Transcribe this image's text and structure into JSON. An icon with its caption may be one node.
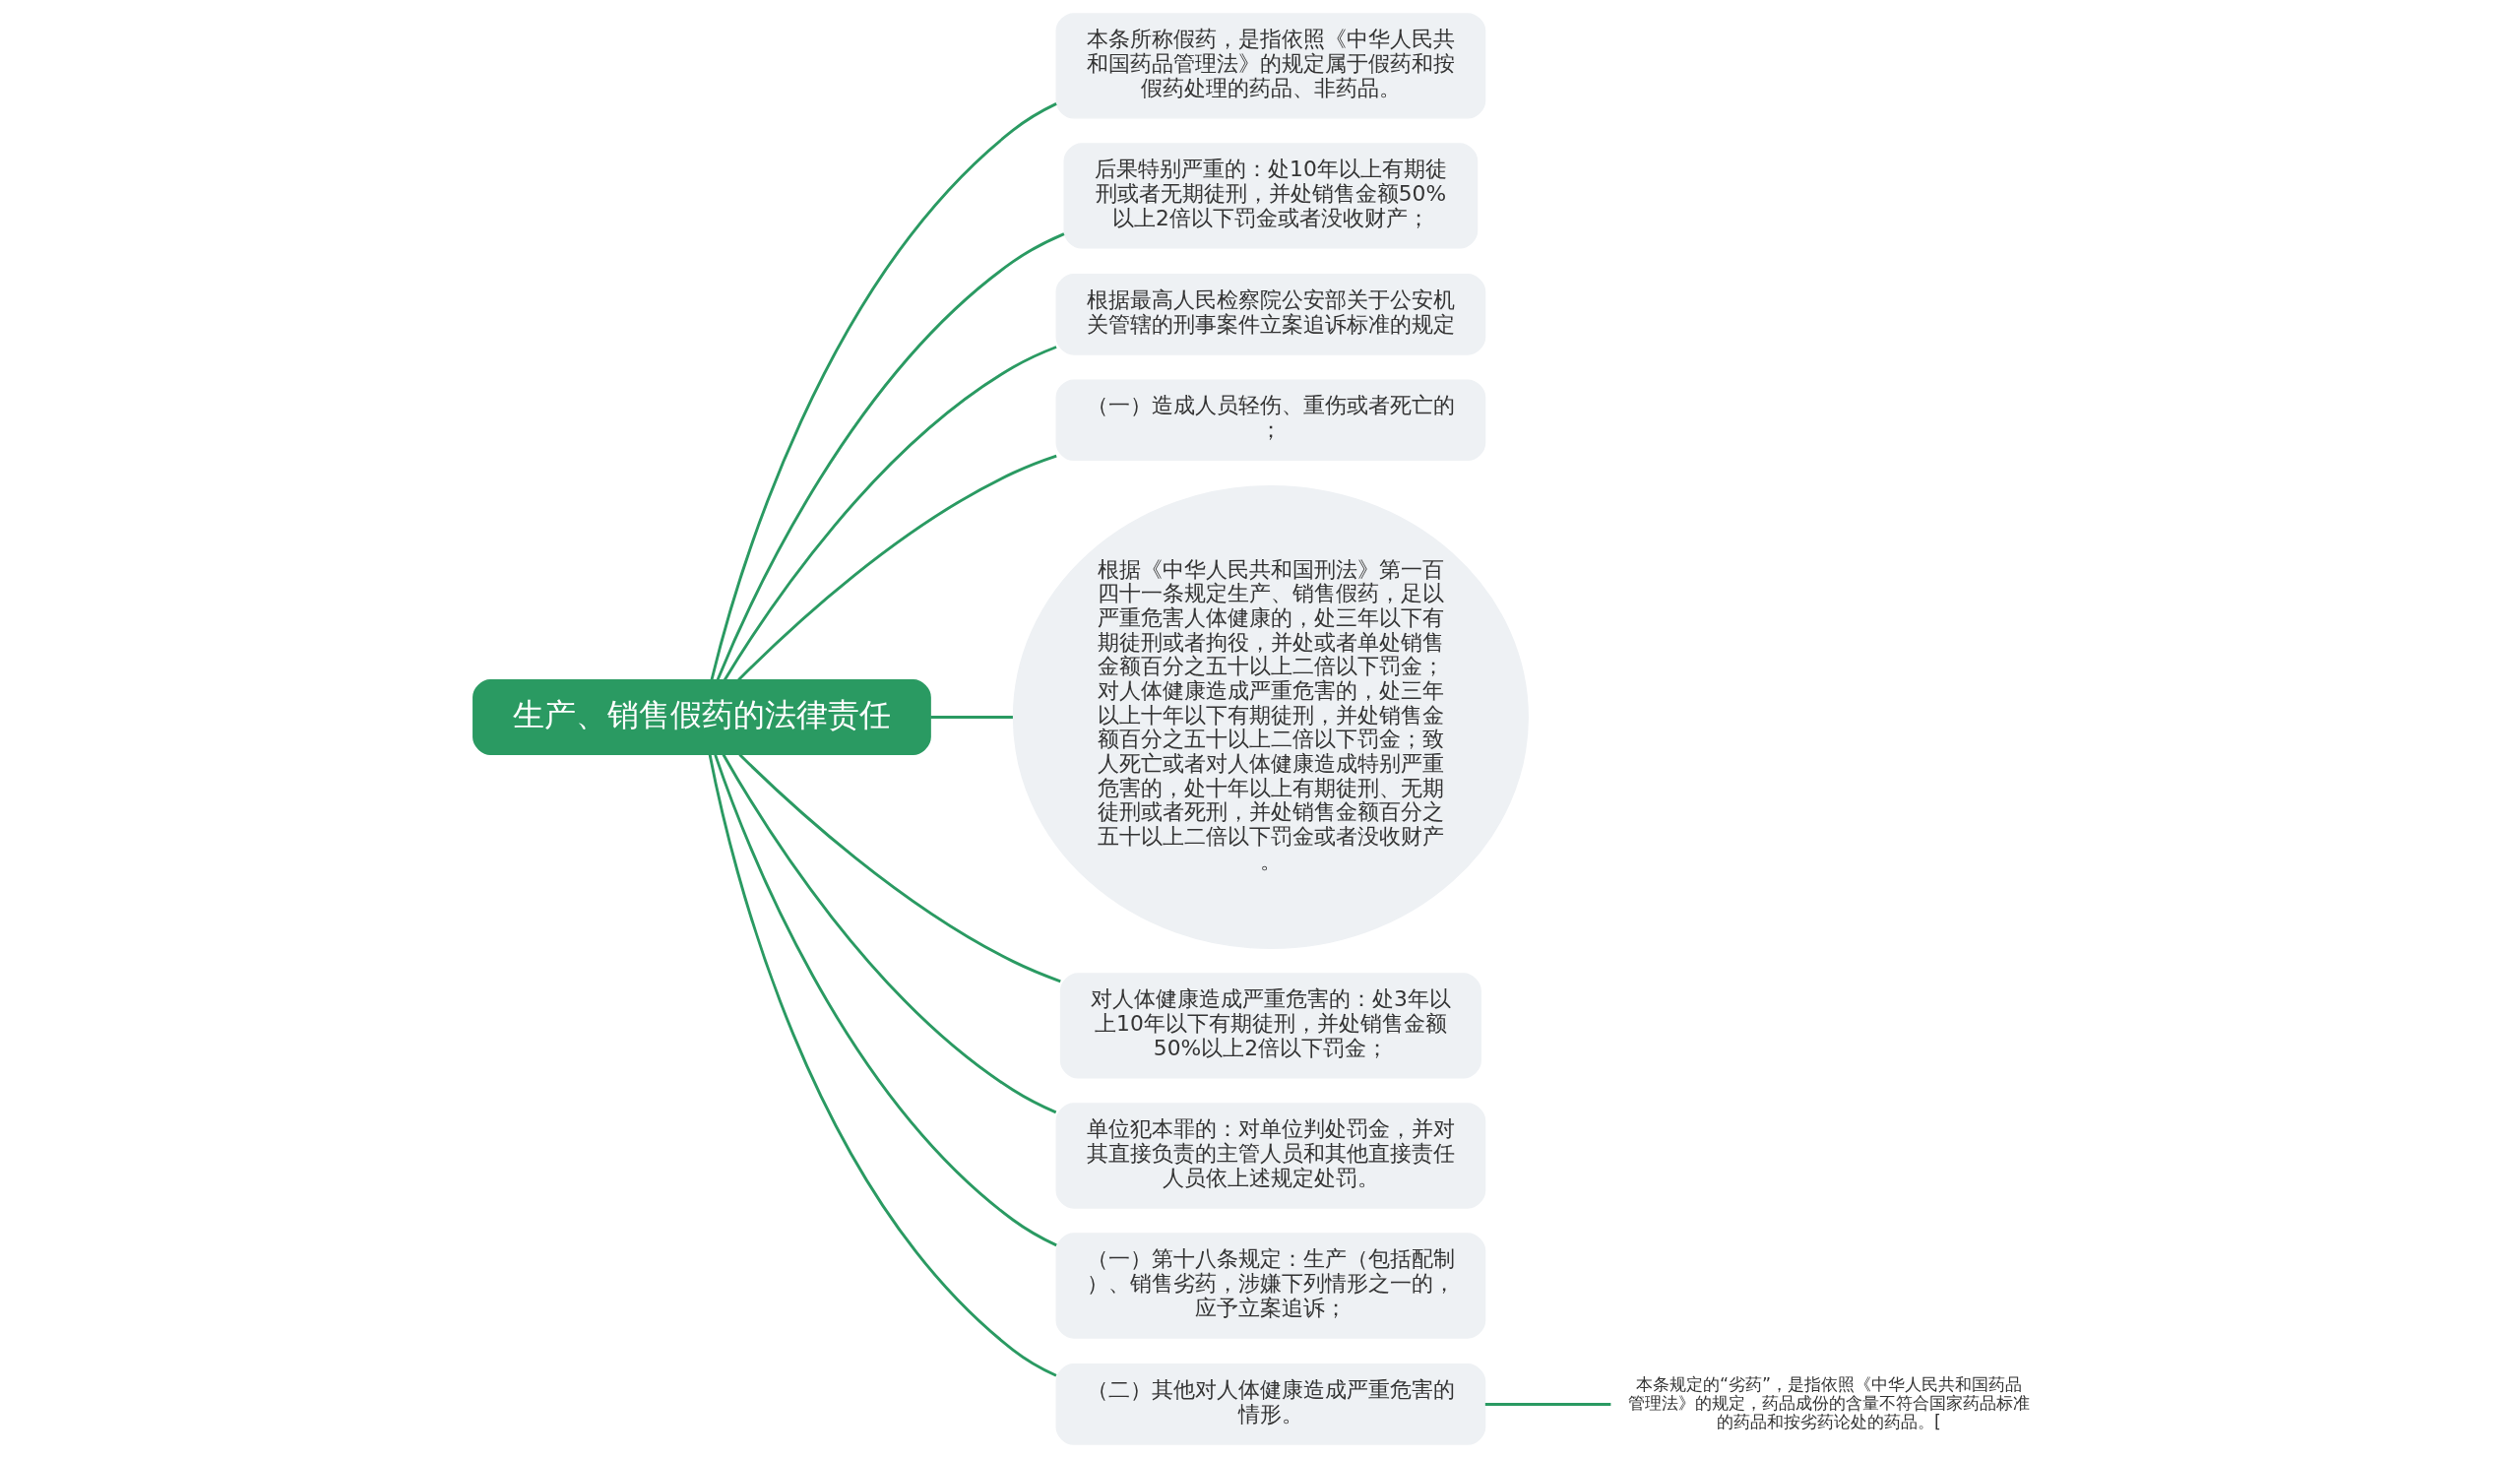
{
  "diagram": {
    "nodes": [
      {
        "text": [
          "生产、销售假药的法律责任"
        ]
      },
      {
        "text": [
          "本条所称假药，是指依照《中华人民共和国药品管理法》的规定属于假药和按假药处理的药品、非药品。"
        ]
      },
      {
        "text": [
          "后果特别严重的：处10年以上有期徒刑或者无期徒刑，并处销售金额50%以上2倍以下罚金或者没收财产；"
        ]
      },
      {
        "text": [
          "根据最高人民检察院公安部关于公安机关管辖的刑事案件立案追诉标准的规定"
        ]
      },
      {
        "text": [
          "（一）造成人员轻伤、重伤或者死亡的；"
        ]
      },
      {
        "text": [
          "根据《中华人民共和国刑法》第一百四十一条规定生产、销售假药，足以严重危害人体健康的，处三年以下有期徒刑或者拘役，并处或者单处销售金额百分之五十以上二倍以下罚金；对人体健康造成严重危害的，处三年以上十年以下有期徒刑，并处销售金额百分之五十以上二倍以下罚金；致人死亡或者对人体健康造成特别严重危害的，处十年以上有期徒刑、无期徒刑或者死刑，并处销售金额百分之五十以上二倍以下罚金或者没收财产。"
        ]
      },
      {
        "text": [
          "对人体健康造成严重危害的：处3年以上10年以下有期徒刑，并处销售金额50%以上2倍以下罚金；"
        ]
      },
      {
        "text": [
          "单位犯本罪的：对单位判处罚金，并对其直接负责的主管人员和其他直接责任人员依上述规定处罚。"
        ]
      },
      {
        "text": [
          "（一）第十八条规定：生产（包括配制）、销售劣药，涉嫌下列情形之一的，应予立案追诉；"
        ]
      },
      {
        "text": [
          "（二）其他对人体健康造成严重危害的情形。"
        ]
      },
      {
        "text": [
          "本条规定的“劣药”，是指依照《中华人民共和国药品管理法》的规定，药品成份的含量不符合国家药品标准的药品和按劣药论处的药品。["
        ]
      }
    ],
    "edges": [
      {
        "from": 0,
        "to": 1,
        "arrow": "none"
      },
      {
        "from": 0,
        "to": 2,
        "arrow": "none"
      },
      {
        "from": 0,
        "to": 3,
        "arrow": "none"
      },
      {
        "from": 0,
        "to": 4,
        "arrow": "none"
      },
      {
        "from": 0,
        "to": 5,
        "arrow": "none"
      },
      {
        "from": 0,
        "to": 6,
        "arrow": "none"
      },
      {
        "from": 0,
        "to": 7,
        "arrow": "none"
      },
      {
        "from": 0,
        "to": 8,
        "arrow": "none"
      },
      {
        "from": 0,
        "to": 9,
        "arrow": "none"
      },
      {
        "from": 9,
        "to": 10,
        "arrow": "none"
      }
    ]
  }
}
